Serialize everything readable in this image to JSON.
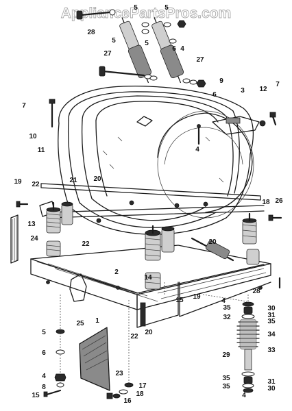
{
  "watermark": "AppliancePartsPros.com",
  "callouts": [
    "28",
    "5",
    "5",
    "5",
    "5",
    "4",
    "6",
    "27",
    "27",
    "9",
    "6",
    "3",
    "12",
    "7",
    "7",
    "10",
    "11",
    "4",
    "19",
    "22",
    "21",
    "20",
    "18",
    "26",
    "13",
    "24",
    "22",
    "2",
    "14",
    "15",
    "19",
    "20",
    "4",
    "28",
    "30",
    "35",
    "31",
    "32",
    "35",
    "34",
    "25",
    "1",
    "5",
    "6",
    "22",
    "20",
    "23",
    "33",
    "29",
    "4",
    "17",
    "35",
    "31",
    "8",
    "18",
    "15",
    "16",
    "35",
    "30",
    "4"
  ]
}
